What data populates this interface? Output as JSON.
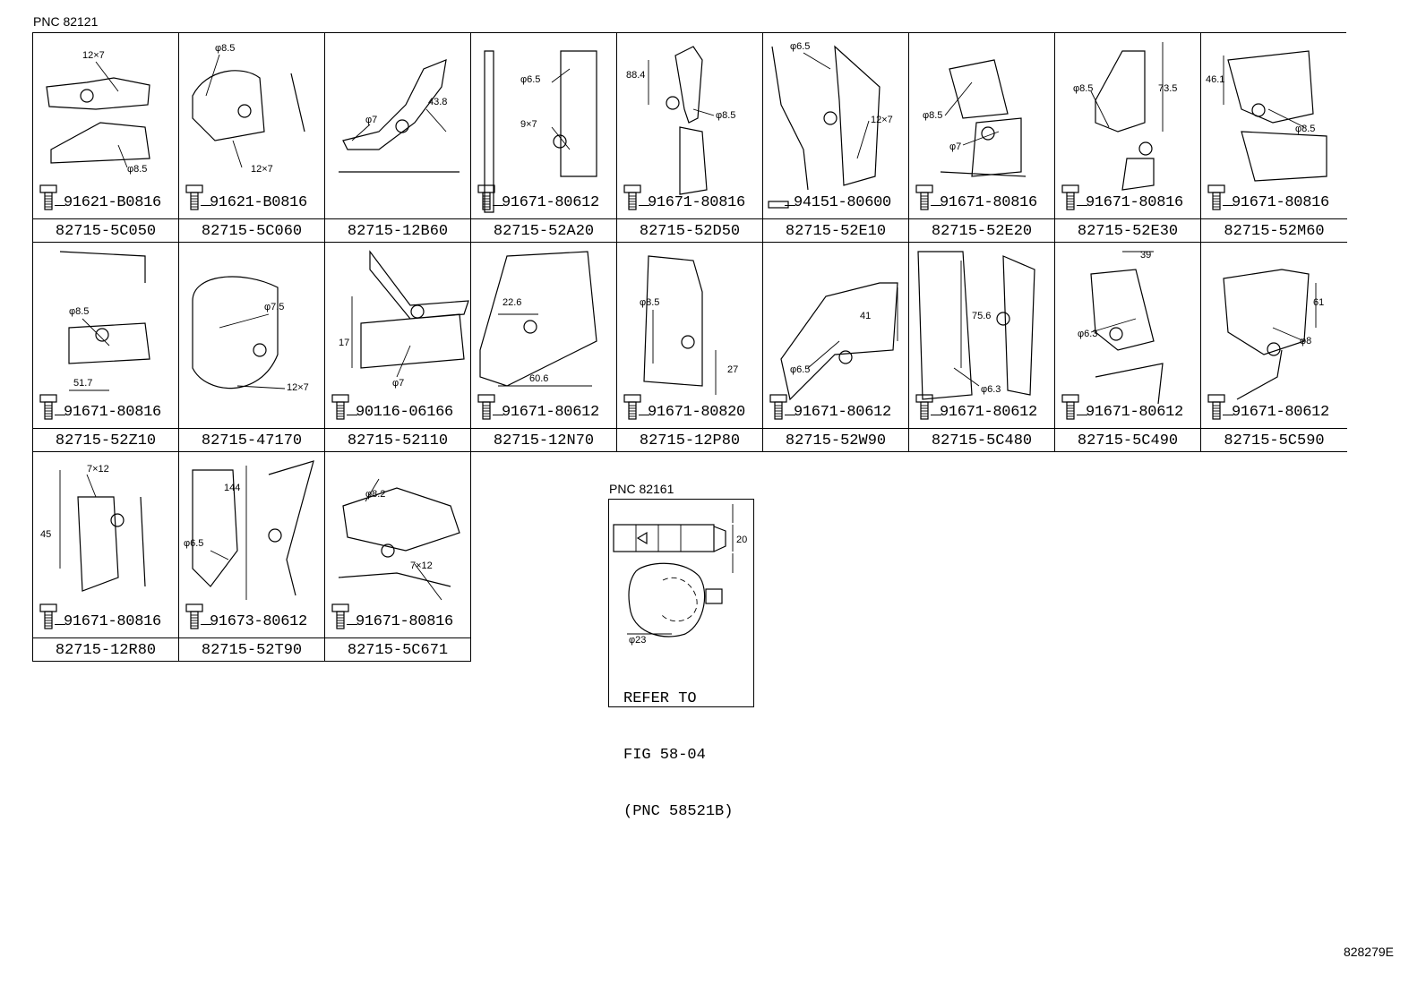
{
  "group_a_pnc": "PNC 82121",
  "group_b_pnc": "PNC 82161",
  "figure_id": "828279E",
  "parts": [
    {
      "part": "82715-5C050",
      "bolt": "91621-B0816",
      "dims": [
        "12×7",
        "φ8.5"
      ],
      "bolt_type": "hex"
    },
    {
      "part": "82715-5C060",
      "bolt": "91621-B0816",
      "dims": [
        "φ8.5",
        "12×7"
      ],
      "bolt_type": "hex"
    },
    {
      "part": "82715-12B60",
      "bolt": "",
      "dims": [
        "φ7",
        "43.8"
      ],
      "bolt_type": "none"
    },
    {
      "part": "82715-52A20",
      "bolt": "91671-80612",
      "dims": [
        "φ6.5",
        "9×7"
      ],
      "bolt_type": "hex"
    },
    {
      "part": "82715-52D50",
      "bolt": "91671-80816",
      "dims": [
        "88.4",
        "φ8.5"
      ],
      "bolt_type": "hex"
    },
    {
      "part": "82715-52E10",
      "bolt": "94151-80600",
      "dims": [
        "φ6.5",
        "12×7"
      ],
      "bolt_type": "side"
    },
    {
      "part": "82715-52E20",
      "bolt": "91671-80816",
      "dims": [
        "φ8.5",
        "φ7"
      ],
      "bolt_type": "hex"
    },
    {
      "part": "82715-52E30",
      "bolt": "91671-80816",
      "dims": [
        "φ8.5",
        "73.5"
      ],
      "bolt_type": "hex"
    },
    {
      "part": "82715-52M60",
      "bolt": "91671-80816",
      "dims": [
        "46.1",
        "φ8.5"
      ],
      "bolt_type": "hex"
    },
    {
      "part": "82715-52Z10",
      "bolt": "91671-80816",
      "dims": [
        "φ8.5",
        "51.7"
      ],
      "bolt_type": "hex"
    },
    {
      "part": "82715-47170",
      "bolt": "",
      "dims": [
        "φ7.5",
        "12×7"
      ],
      "bolt_type": "none"
    },
    {
      "part": "82715-52110",
      "bolt": "90116-06166",
      "dims": [
        "17",
        "φ7"
      ],
      "bolt_type": "stud"
    },
    {
      "part": "82715-12N70",
      "bolt": "91671-80612",
      "dims": [
        "22.6",
        "60.6"
      ],
      "bolt_type": "hex"
    },
    {
      "part": "82715-12P80",
      "bolt": "91671-80820",
      "dims": [
        "φ8.5",
        "27"
      ],
      "bolt_type": "hex"
    },
    {
      "part": "82715-52W90",
      "bolt": "91671-80612",
      "dims": [
        "41",
        "φ6.5"
      ],
      "bolt_type": "hex"
    },
    {
      "part": "82715-5C480",
      "bolt": "91671-80612",
      "dims": [
        "75.6",
        "φ6.3"
      ],
      "bolt_type": "hex"
    },
    {
      "part": "82715-5C490",
      "bolt": "91671-80612",
      "dims": [
        "39",
        "φ6.3"
      ],
      "bolt_type": "hex"
    },
    {
      "part": "82715-5C590",
      "bolt": "91671-80612",
      "dims": [
        "61",
        "φ8"
      ],
      "bolt_type": "hex"
    },
    {
      "part": "82715-12R80",
      "bolt": "91671-80816",
      "dims": [
        "7×12",
        "45"
      ],
      "bolt_type": "hex"
    },
    {
      "part": "82715-52T90",
      "bolt": "91673-80612",
      "dims": [
        "144",
        "φ6.5"
      ],
      "bolt_type": "hex"
    },
    {
      "part": "82715-5C671",
      "bolt": "91671-80816",
      "dims": [
        "φ8.2",
        "7×12"
      ],
      "bolt_type": "hex"
    }
  ],
  "clip": {
    "dims": [
      "20",
      "φ23"
    ],
    "refer_lines": [
      "REFER TO",
      "FIG 58-04",
      "(PNC 58521B)"
    ]
  }
}
